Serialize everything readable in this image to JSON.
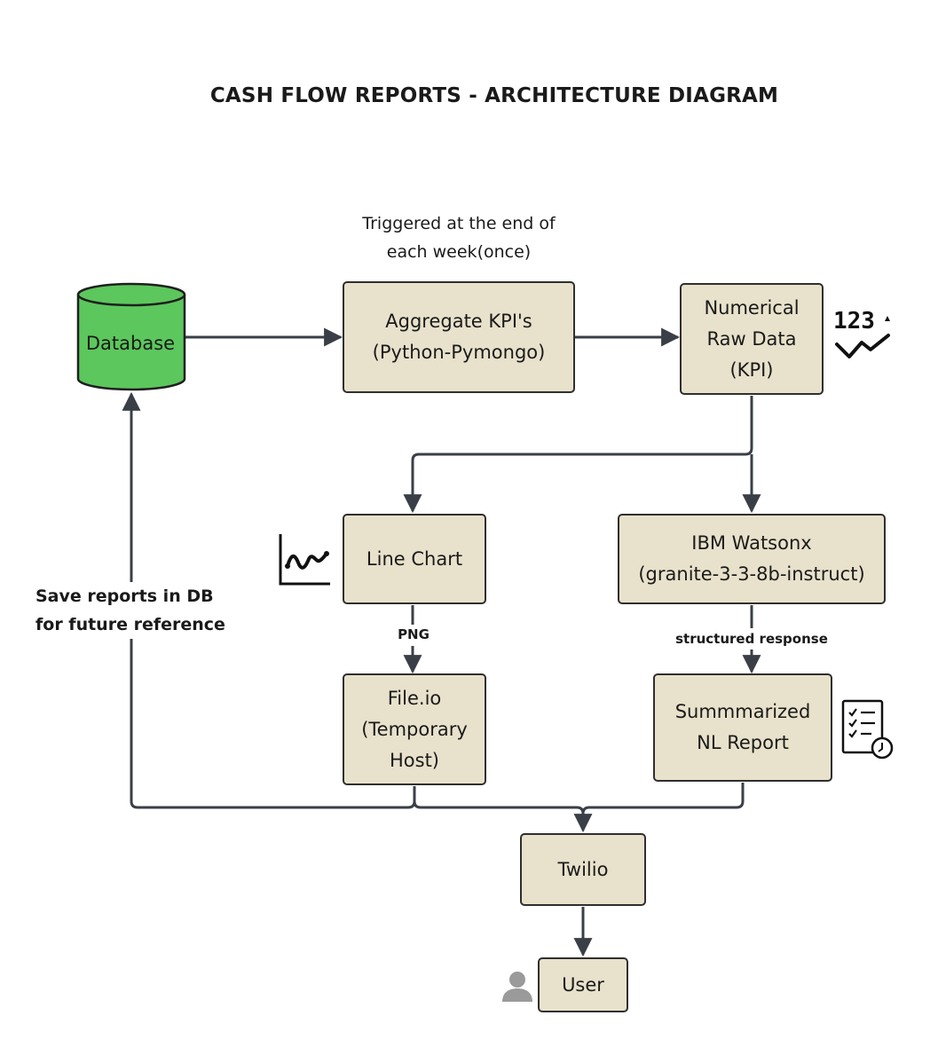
{
  "title": "CASH FLOW REPORTS - ARCHITECTURE DIAGRAM",
  "trigger_note": [
    "Triggered at the end of",
    "each week(once)"
  ],
  "nodes": {
    "database": "Database",
    "aggregate": [
      "Aggregate KPI's",
      "(Python-Pymongo)"
    ],
    "raw_data": [
      "Numerical",
      "Raw Data",
      "(KPI)"
    ],
    "line_chart": "Line Chart",
    "watsonx": [
      "IBM Watsonx",
      "(granite-3-3-8b-instruct)"
    ],
    "fileio": [
      "File.io",
      "(Temporary",
      "Host)"
    ],
    "summary": [
      "Summmarized",
      "NL Report"
    ],
    "twilio": "Twilio",
    "user": "User"
  },
  "edge_labels": {
    "png": "PNG",
    "structured": "structured response",
    "save": [
      "Save reports in DB",
      "for future reference"
    ]
  },
  "icons": {
    "numbers": "numbers-trend-icon",
    "numbers_text": "123",
    "line_chart": "line-chart-icon",
    "checklist": "checklist-clock-icon",
    "user": "user-avatar-icon"
  },
  "colors": {
    "box_fill": "#e8e1cb",
    "database_fill": "#5cc75c",
    "line": "#3a3f47"
  }
}
